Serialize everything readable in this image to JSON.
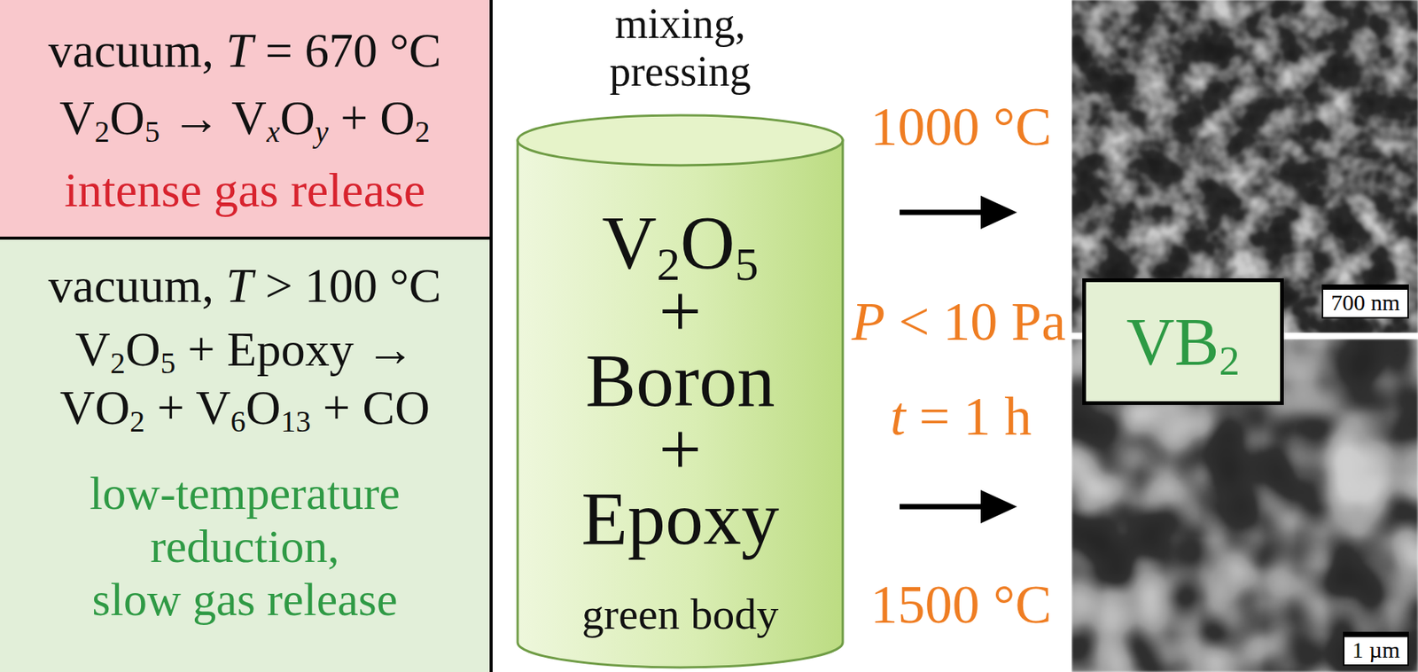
{
  "diagram": {
    "nodes": [
      {
        "text": [
          "vacuum, T = 670 °C",
          "V2O5 → VxOy + O2",
          "intense gas release"
        ]
      },
      {
        "text": [
          "vacuum, T > 100 °C",
          "V2O5 + Epoxy → VO2 + V6O13 + CO",
          "low-temperature reduction, slow gas release"
        ]
      },
      {
        "text": [
          "mixing, pressing",
          "V2O5 + Boron + Epoxy",
          "green body"
        ]
      },
      {
        "text": [
          "700 nm"
        ]
      },
      {
        "text": [
          "VB2"
        ]
      },
      {
        "text": [
          "1 µm"
        ]
      }
    ],
    "edges": [
      {
        "from": 2,
        "to": 3,
        "arrow": "to",
        "label": "1000 °C"
      },
      {
        "from": 2,
        "to": 5,
        "arrow": "to",
        "label": "1500 °C"
      }
    ],
    "labels": [
      "P < 10 Pa",
      "t = 1 h"
    ]
  }
}
